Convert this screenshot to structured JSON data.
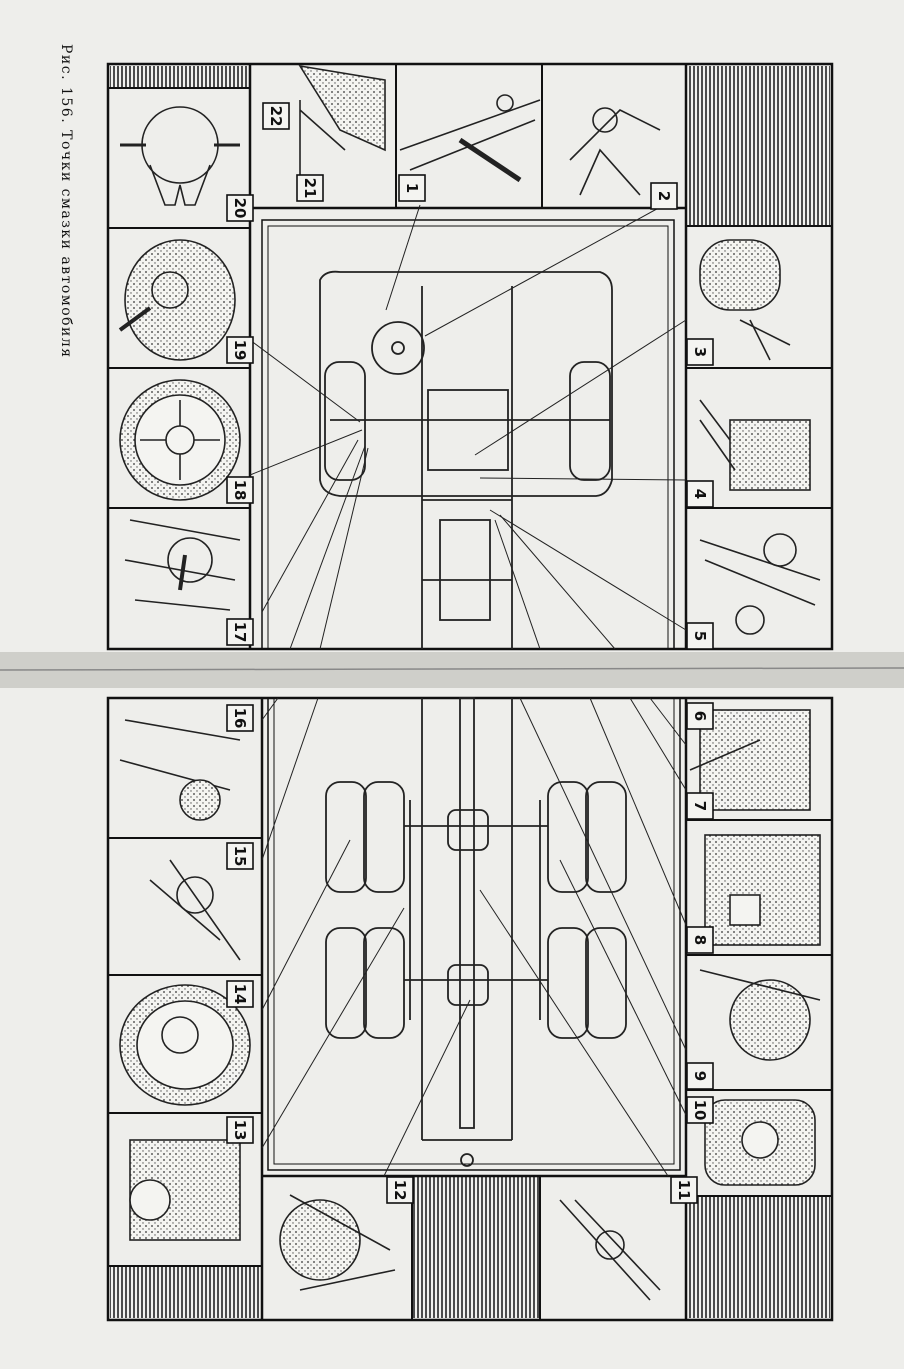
{
  "caption": "Рис. 156. Точки смазки автомобиля",
  "callouts": [
    "1",
    "2",
    "3",
    "4",
    "5",
    "6",
    "7",
    "8",
    "9",
    "10",
    "11",
    "12",
    "13",
    "14",
    "15",
    "16",
    "17",
    "18",
    "19",
    "20",
    "21",
    "22"
  ],
  "colors": {
    "paper": "#eeeeeb",
    "ink": "#1a1a1a",
    "fold": "#cfcfca"
  }
}
